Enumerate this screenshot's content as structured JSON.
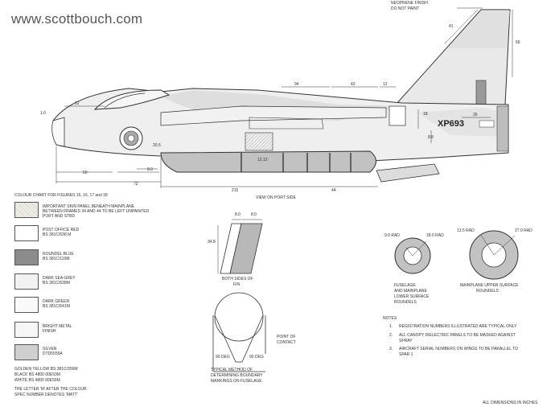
{
  "watermark": "www.scottbouch.com",
  "header_note": {
    "line1": "NEOPRENE FINISH",
    "line2": "DO NOT PAINT"
  },
  "dimensions": {
    "d41": "41",
    "d66": "66",
    "d94": "94",
    "d43": "43",
    "d12": "12",
    "d32": "32",
    "d10": "1.0",
    "d18": "18",
    "d26": "26",
    "d88": "8.8",
    "d205": "20.5",
    "d50": "50",
    "d80": "8.0",
    "d72": "72",
    "d1212": "12.12",
    "d215": "215",
    "d44": "44",
    "fin_w1": "8.0",
    "fin_w2": "8.0",
    "fin_h": "34.8"
  },
  "serial": "XP693",
  "view_label": "VIEW ON PORT SIDE",
  "colour_chart_title": "COLOUR CHART FOR FIGURES 15, 16, 17 and 18",
  "swatches": [
    {
      "lines": [
        "IMPORTANT   SKIN PANEL BENEATH MAINPLANE",
        "BETWEEN FRAMES 34 AND 44  TO BE LEFT UNPAINTED",
        "PORT AND STBD"
      ],
      "color": "#ece7e0"
    },
    {
      "lines": [
        "POST OFFICE RED",
        "BS 381C/538 M"
      ],
      "color": "#ffffff"
    },
    {
      "lines": [
        "ROUNDEL BLUE",
        "BS 381C/110M"
      ],
      "color": "#8c8c8c"
    },
    {
      "lines": [
        "DARK SEA GREY",
        "BS 381C/638M"
      ],
      "color": "#f2f2f2"
    },
    {
      "lines": [
        "DARK GREEN",
        "BS 381C/641M"
      ],
      "color": "#fafafa"
    },
    {
      "lines": [
        "BRIGHT METAL",
        "FINISH"
      ],
      "color": "#f6f6f6"
    },
    {
      "lines": [
        "SILVER",
        "DTD5555A"
      ],
      "color": "#cfcfcf"
    }
  ],
  "bottom_notes": [
    "GOLDEN YELLOW BS 381C/356M",
    "BLACK BS 4800 00E53M",
    "WHITE BS 4800 00E55M",
    "THE LETTER 'M' AFTER THE COLOUR",
    "SPEC NUMBER DENOTES 'MATT'"
  ],
  "fin": {
    "caption1": "BOTH SIDES OF",
    "caption2": "FIN"
  },
  "method": {
    "caption1": "TYPICAL   METHOD OF",
    "caption2": "DETERMINING BOUNDARY",
    "caption3": "MARKINGS ON FUSELAGE",
    "angle1": "90 DEG",
    "angle2": "90 DEG",
    "contact1": "POINT OF",
    "contact2": "CONTACT"
  },
  "roundel1": {
    "r1": "9.0 RAD",
    "r2": "18.0 RAD",
    "caption1": "FUSELAGE",
    "caption2": "AND MAINPLANE",
    "caption3": "LOWER SURFACE",
    "caption4": "ROUNDELS"
  },
  "roundel2": {
    "r1": "13.5 RAD",
    "r2": "27.0 RAD",
    "caption1": "MAINPLANE UPPER SURFACE",
    "caption2": "ROUNDELS"
  },
  "notes": {
    "title": "NOTES",
    "items": [
      {
        "num": "1.",
        "lines": [
          "REGISTRATION NUMBERS ILLUSTRATED ARE TYPICAL ONLY"
        ]
      },
      {
        "num": "2.",
        "lines": [
          "ALL CANOPY  DIELECTRIC PANELS TO BE MASKED AGAINST",
          "SPRAY"
        ]
      },
      {
        "num": "3.",
        "lines": [
          "AIRCRAFT SERIAL NUMBERS ON WINGS TO BE PARALLEL TO",
          "SPAR 1"
        ]
      }
    ]
  },
  "footer": "ALL DIMENSIONS IN INCHES"
}
